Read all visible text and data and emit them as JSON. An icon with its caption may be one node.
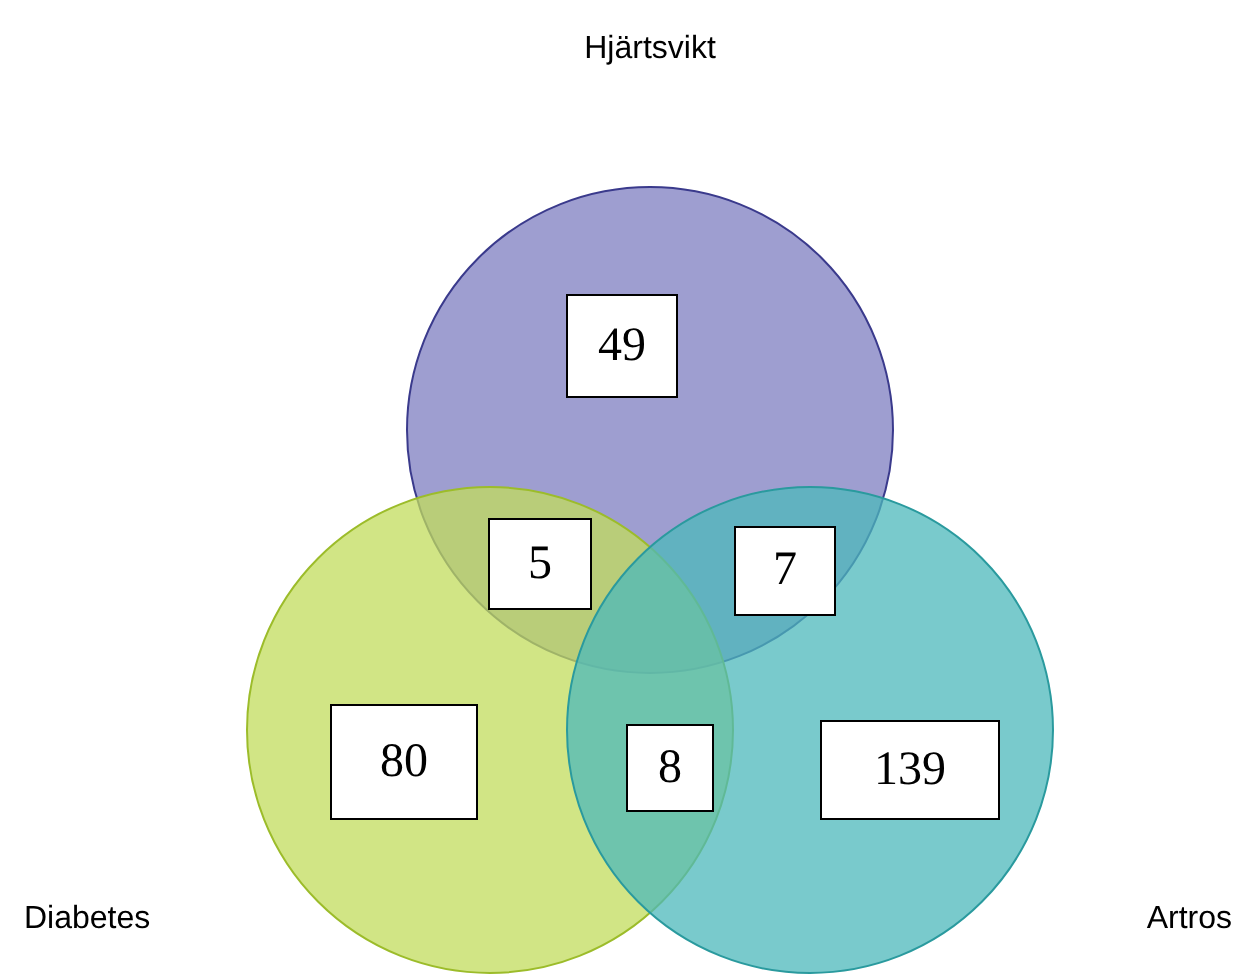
{
  "diagram": {
    "nodes": [
      {
        "text": [
          "Hjärtsvikt"
        ]
      },
      {
        "text": [
          "49"
        ],
        "in": 0
      },
      {
        "text": [
          "5"
        ]
      },
      {
        "text": [
          "7"
        ]
      },
      {
        "text": [
          "Diabetes"
        ]
      },
      {
        "text": [
          "80"
        ],
        "in": 4
      },
      {
        "text": [
          "8"
        ]
      },
      {
        "text": [
          "Artros"
        ]
      },
      {
        "text": [
          "139"
        ],
        "in": 7
      }
    ]
  }
}
